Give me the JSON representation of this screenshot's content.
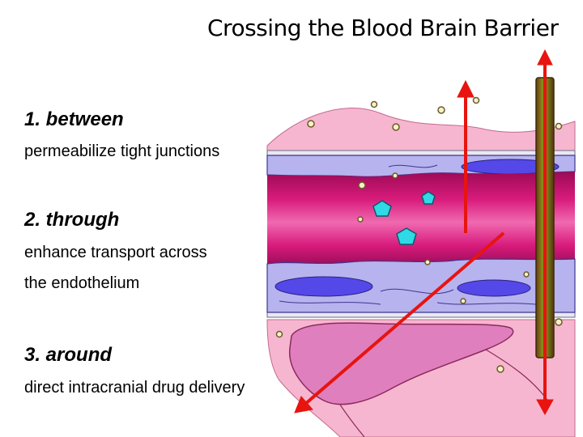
{
  "title": "Crossing the Blood Brain Barrier",
  "routes": [
    {
      "heading": "1.  between",
      "description": "permeabilize tight junctions"
    },
    {
      "heading": "2.  through",
      "description": "enhance transport across",
      "description_line2": "the endothelium"
    },
    {
      "heading": "3.  around",
      "description": "direct intracranial drug delivery"
    }
  ],
  "colors": {
    "lumen": "#d81b7c",
    "lumen_light": "#f06ab0",
    "endothelium": "#b7b3ee",
    "nucleus": "#5548e8",
    "tissue": "#f7b6cf",
    "pericyte": "#e07fbe",
    "arrow": "#e8140f",
    "molecule": "#2fd9e6",
    "catheter": "#7b6a1f"
  }
}
